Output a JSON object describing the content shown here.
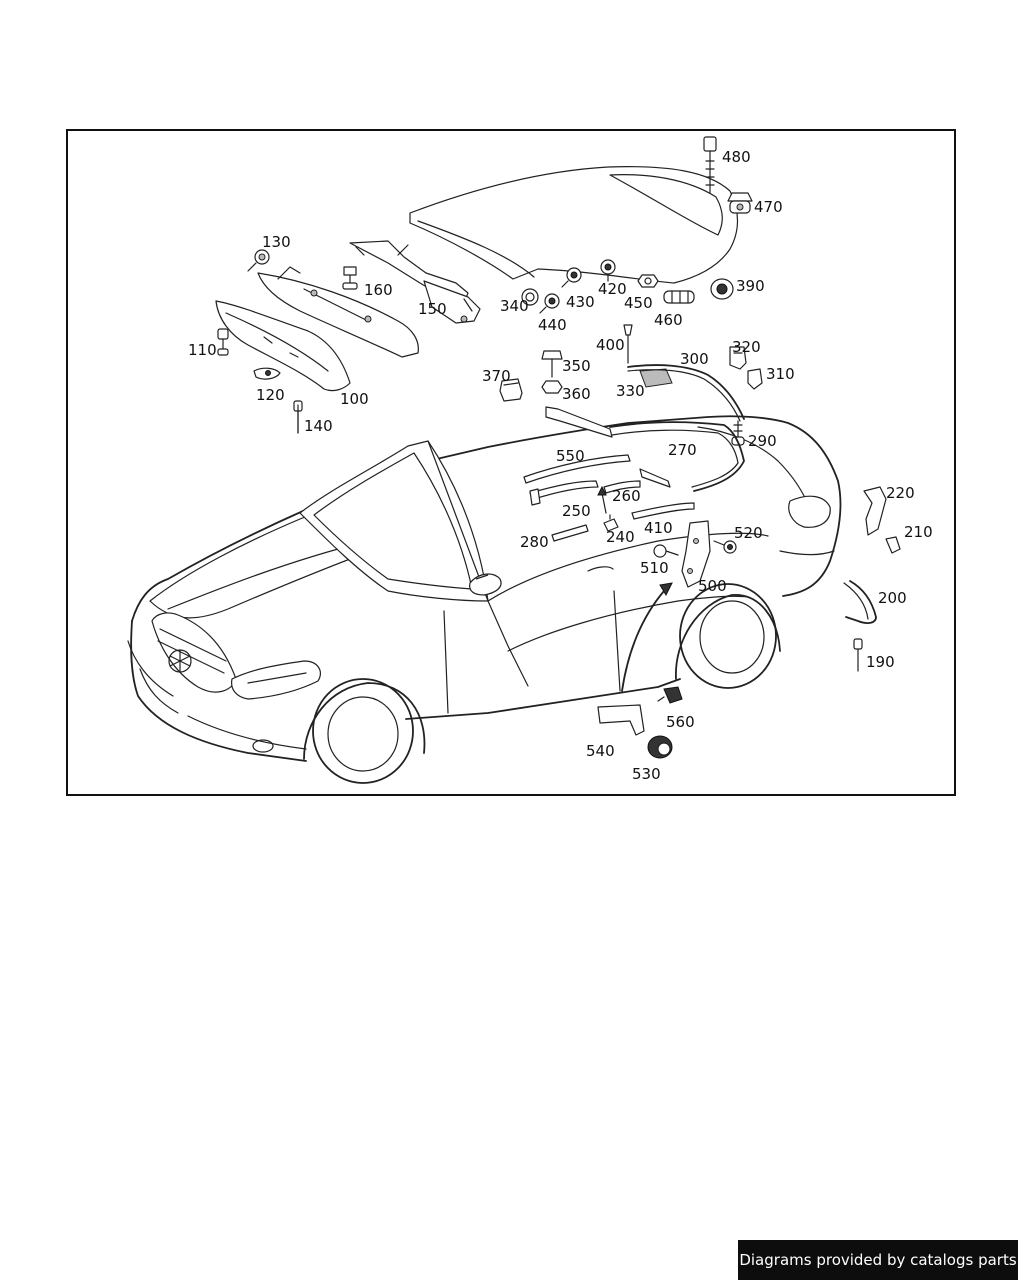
{
  "diagram": {
    "part_numbers": {
      "p100": "100",
      "p110": "110",
      "p120": "120",
      "p130": "130",
      "p140": "140",
      "p150": "150",
      "p160": "160",
      "p190": "190",
      "p200": "200",
      "p210": "210",
      "p220": "220",
      "p240": "240",
      "p250": "250",
      "p260": "260",
      "p270": "270",
      "p280": "280",
      "p290": "290",
      "p300": "300",
      "p310": "310",
      "p320": "320",
      "p330": "330",
      "p340": "340",
      "p350": "350",
      "p360": "360",
      "p370": "370",
      "p390": "390",
      "p400": "400",
      "p410": "410",
      "p420": "420",
      "p430": "430",
      "p440": "440",
      "p450": "450",
      "p460": "460",
      "p470": "470",
      "p480": "480",
      "p500": "500",
      "p510": "510",
      "p520": "520",
      "p530": "530",
      "p540": "540",
      "p550": "550",
      "p560": "560"
    }
  },
  "footer": {
    "credit": "Diagrams provided by catalogs parts"
  }
}
